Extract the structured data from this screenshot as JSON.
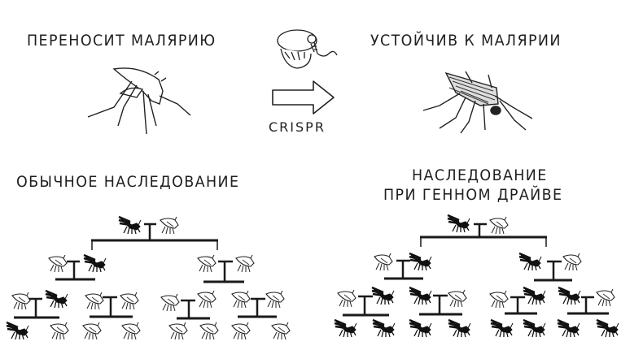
{
  "top": {
    "left_label": "ПЕРЕНОСИТ МАЛЯРИЮ",
    "right_label": "УСТОЙЧИВ К МАЛЯРИИ",
    "arrow_label": "CRISPR",
    "icons": {
      "left": "mosquito-outline-icon",
      "center_top": "cas9-protein-icon",
      "center": "right-arrow-icon",
      "right": "mosquito-hatched-icon"
    }
  },
  "left_tree": {
    "title": "ОБЫЧНОЕ НАСЛЕДОВАНИЕ",
    "generations": [
      {
        "level": 0,
        "pair": [
          "modified",
          "wild"
        ]
      },
      {
        "level": 1,
        "pairs": [
          [
            "wild",
            "modified"
          ],
          [
            "wild",
            "wild"
          ]
        ]
      },
      {
        "level": 2,
        "pairs": [
          [
            "wild",
            "modified"
          ],
          [
            "wild",
            "wild"
          ],
          [
            "wild",
            "wild"
          ],
          [
            "wild",
            "wild"
          ]
        ]
      },
      {
        "level": 3,
        "offspring": [
          "modified",
          "wild",
          "wild",
          "wild",
          "wild",
          "wild",
          "wild",
          "wild"
        ]
      }
    ]
  },
  "right_tree": {
    "title_line1": "НАСЛЕДОВАНИЕ",
    "title_line2": "ПРИ ГЕННОМ ДРАЙВЕ",
    "generations": [
      {
        "level": 0,
        "pair": [
          "modified",
          "wild"
        ]
      },
      {
        "level": 1,
        "pairs": [
          [
            "wild",
            "modified"
          ],
          [
            "modified",
            "wild"
          ]
        ]
      },
      {
        "level": 2,
        "pairs": [
          [
            "wild",
            "modified"
          ],
          [
            "modified",
            "wild"
          ],
          [
            "wild",
            "modified"
          ],
          [
            "modified",
            "wild"
          ]
        ]
      },
      {
        "level": 3,
        "offspring": [
          "modified",
          "modified",
          "modified",
          "modified",
          "modified",
          "modified",
          "modified",
          "modified"
        ]
      }
    ]
  },
  "legend": {
    "modified_color": "#111111",
    "wild_color": "#ffffff"
  }
}
